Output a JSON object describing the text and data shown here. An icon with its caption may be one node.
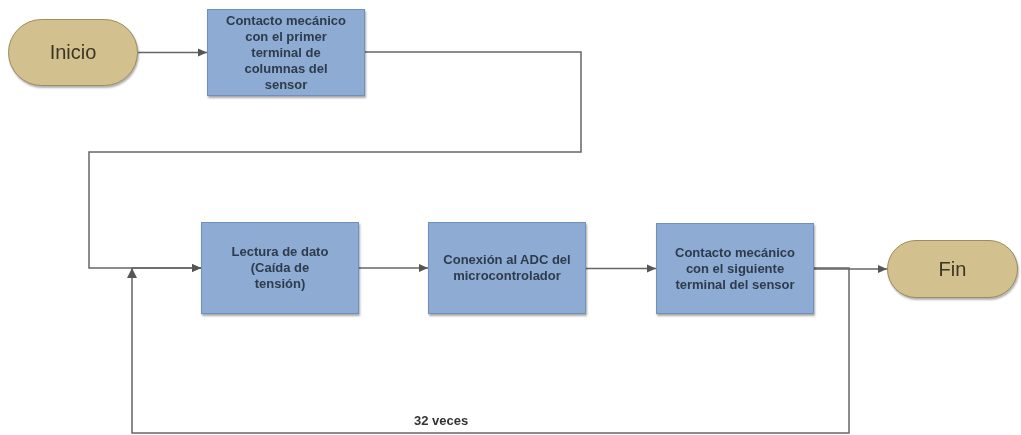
{
  "diagram": {
    "nodes": [
      {
        "text": [
          "Inicio"
        ]
      },
      {
        "text": [
          "Contacto mecánico con el primer terminal de columnas del sensor"
        ]
      },
      {
        "text": [
          "Lectura de dato (Caída de tensión)"
        ]
      },
      {
        "text": [
          "Conexión al ADC del microcontrolador"
        ]
      },
      {
        "text": [
          "Contacto mecánico con el siguiente terminal del sensor"
        ]
      },
      {
        "text": [
          "Fin"
        ]
      }
    ],
    "edges": [
      {
        "from": 0,
        "to": 1,
        "arrow": "to"
      },
      {
        "from": 1,
        "to": 2,
        "arrow": "to"
      },
      {
        "from": 2,
        "to": 3,
        "arrow": "to"
      },
      {
        "from": 3,
        "to": 4,
        "arrow": "to"
      },
      {
        "from": 4,
        "to": 5,
        "arrow": "to"
      },
      {
        "from": 4,
        "to": 2,
        "arrow": "to",
        "label": "32 veces"
      }
    ]
  }
}
